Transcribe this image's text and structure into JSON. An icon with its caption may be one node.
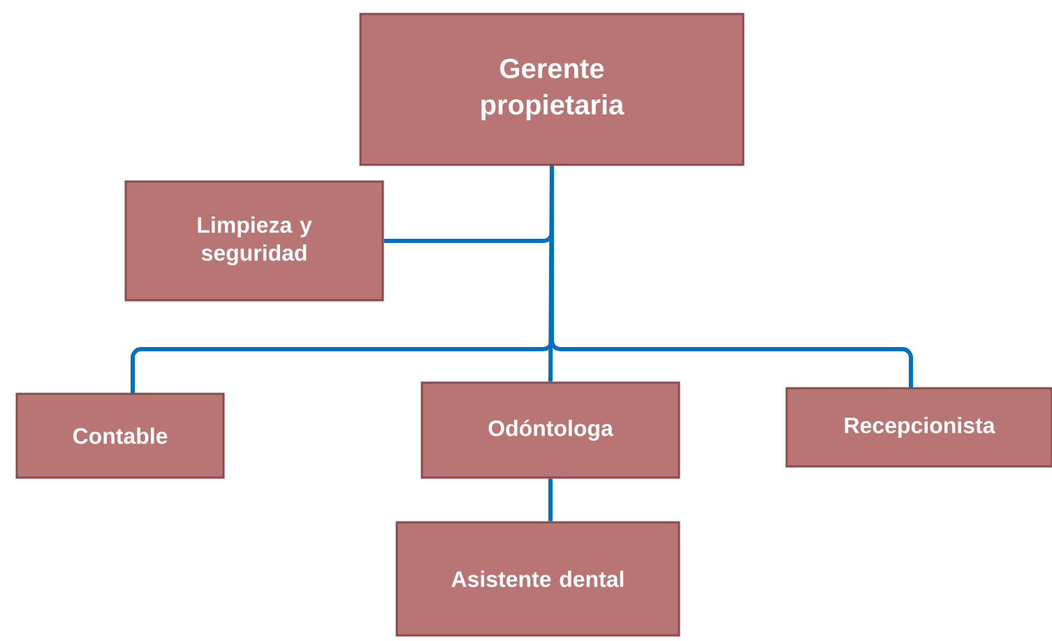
{
  "diagram": {
    "nodes": [
      {
        "text": [
          "Gerente propietaria"
        ]
      },
      {
        "text": [
          "Limpieza y seguridad"
        ]
      },
      {
        "text": [
          "Contable"
        ]
      },
      {
        "text": [
          "Odóntologa"
        ]
      },
      {
        "text": [
          "Recepcionista"
        ]
      },
      {
        "text": [
          "Asistente dental"
        ]
      }
    ],
    "edges": [
      {
        "from": 0,
        "to": 1,
        "arrow": "none"
      },
      {
        "from": 0,
        "to": 2,
        "arrow": "none"
      },
      {
        "from": 0,
        "to": 3,
        "arrow": "none"
      },
      {
        "from": 0,
        "to": 4,
        "arrow": "none"
      },
      {
        "from": 3,
        "to": 5,
        "arrow": "none"
      }
    ]
  }
}
